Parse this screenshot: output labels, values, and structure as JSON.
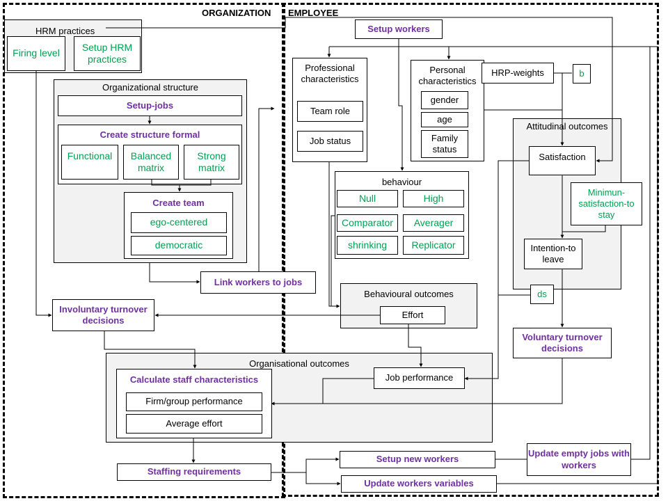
{
  "headers": {
    "organization": "ORGANIZATION",
    "employee": "EMPLOYEE"
  },
  "hrm": {
    "title": "HRM practices",
    "firing_level": "Firing level",
    "setup_hrm": "Setup HRM practices"
  },
  "org_structure": {
    "title": "Organizational structure",
    "setup_jobs": "Setup-jobs",
    "create_structure": "Create structure formal",
    "functional": "Functional",
    "balanced_matrix": "Balanced matrix",
    "strong_matrix": "Strong matrix",
    "create_team": "Create team",
    "ego_centered": "ego-centered",
    "democratic": "democratic"
  },
  "link_workers": "Link workers to jobs",
  "involuntary_turnover": "Involuntary turnover decisions",
  "setup_workers": "Setup workers",
  "professional": {
    "title": "Professional characteristics",
    "team_role": "Team role",
    "job_status": "Job status"
  },
  "personal": {
    "title": "Personal characteristics",
    "gender": "gender",
    "age": "age",
    "family_status": "Family status"
  },
  "hrp_weights": "HRP-weights",
  "b_label": "b",
  "attitudinal": {
    "title": "Attitudinal outcomes",
    "satisfaction": "Satisfaction",
    "min_satisfaction": "Minimun-satisfaction-to stay",
    "intention": "Intention-to leave"
  },
  "behaviour": {
    "title": "behaviour",
    "null": "Null",
    "high": "High",
    "comparator": "Comparator",
    "averager": "Averager",
    "shrinking": "shrinking",
    "replicator": "Replicator"
  },
  "behavioural_outcomes": {
    "title": "Behavioural outcomes",
    "effort": "Effort"
  },
  "ds_label": "ds",
  "voluntary_turnover": "Voluntary turnover decisions",
  "organisational_outcomes": {
    "title": "Organisational outcomes",
    "calc_staff": "Calculate staff characteristics",
    "firm_perf": "Firm/group  performance",
    "avg_effort": "Average effort",
    "job_performance": "Job performance"
  },
  "staffing_requirements": "Staffing requirements",
  "setup_new_workers": "Setup new workers",
  "update_workers_vars": "Update workers variables",
  "update_empty_jobs": "Update empty jobs with workers"
}
